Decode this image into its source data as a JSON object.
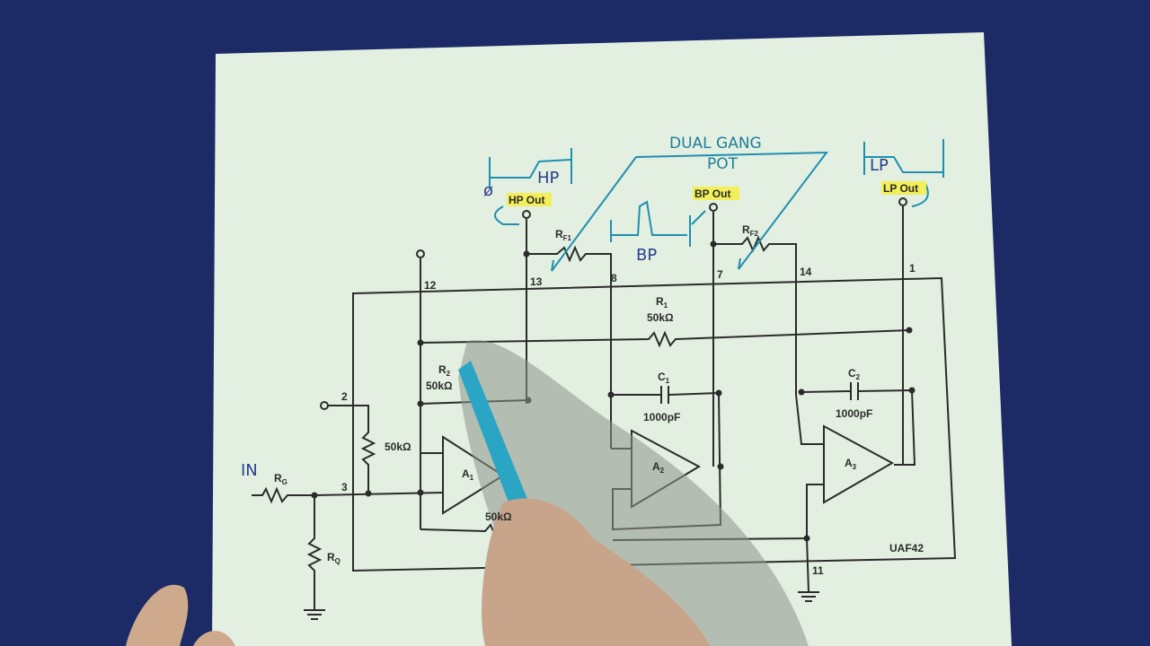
{
  "colors": {
    "background": "#1c2a66",
    "paper": "#e3efe1",
    "ink": "#2b2b2b",
    "marker": "#1f8fb0",
    "highlight": "#f2ef5a",
    "pen": "#2aa6c4"
  },
  "annotations": {
    "dual_gang": "DUAL GANG",
    "pot": "POT",
    "hp": "HP",
    "bp": "BP",
    "lp": "LP",
    "input": "IN",
    "zero": "ø"
  },
  "outputs": {
    "hp": "HP Out",
    "bp": "BP Out",
    "lp": "LP Out"
  },
  "pins": {
    "p12": "12",
    "p13": "13",
    "p8": "8",
    "p7": "7",
    "p14": "14",
    "p1": "1",
    "p2": "2",
    "p3": "3",
    "p11": "11"
  },
  "components": {
    "rf1": {
      "name": "R",
      "sub": "F1"
    },
    "rf2": {
      "name": "R",
      "sub": "F2"
    },
    "r1": {
      "name": "R",
      "sub": "1",
      "value": "50kΩ"
    },
    "r2": {
      "name": "R",
      "sub": "2",
      "value": "50kΩ"
    },
    "c1": {
      "name": "C",
      "sub": "1",
      "value": "1000pF"
    },
    "c2": {
      "name": "C",
      "sub": "2",
      "value": "1000pF"
    },
    "rin": {
      "value": "50kΩ"
    },
    "rbottom": {
      "value": "50kΩ"
    },
    "rg": {
      "name": "R",
      "sub": "G"
    },
    "rq": {
      "name": "R",
      "sub": "Q"
    },
    "a1": {
      "name": "A",
      "sub": "1"
    },
    "a2": {
      "name": "A",
      "sub": "2"
    },
    "a3": {
      "name": "A",
      "sub": "3"
    }
  },
  "chip": {
    "name": "UAF42"
  }
}
